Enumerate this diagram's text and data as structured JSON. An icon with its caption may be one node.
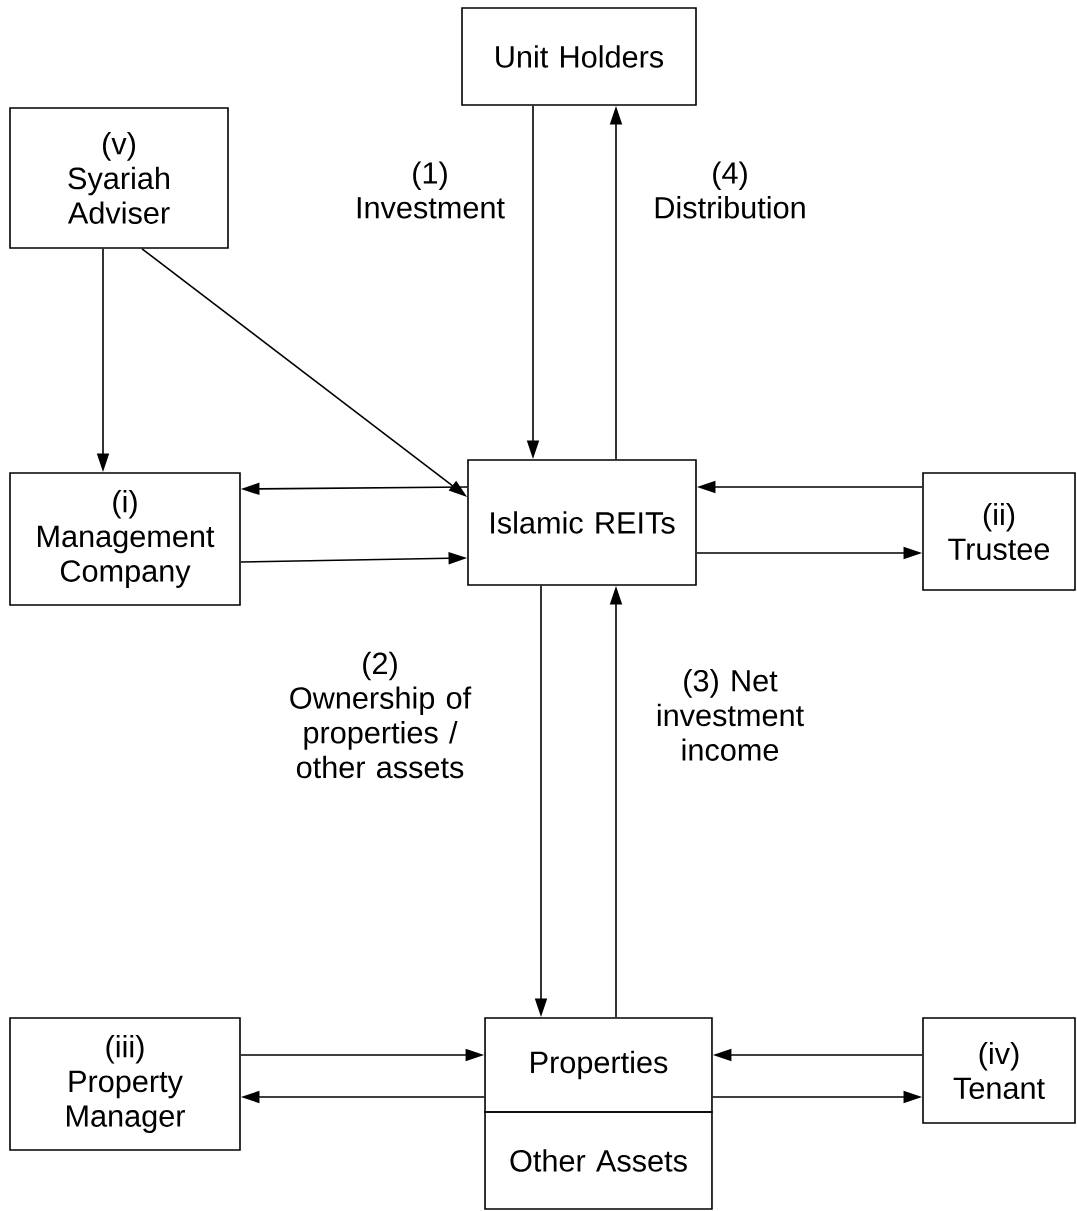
{
  "diagram": {
    "nodes": [
      {
        "text": [
          "Unit Holders"
        ]
      },
      {
        "text": [
          "(v) Syariah Adviser"
        ]
      },
      {
        "text": [
          "(i) Management Company"
        ]
      },
      {
        "text": [
          "Islamic REITs"
        ]
      },
      {
        "text": [
          "(ii) Trustee"
        ]
      },
      {
        "text": [
          "(iii) Property Manager"
        ]
      },
      {
        "text": [
          "Properties"
        ]
      },
      {
        "text": [
          "Other Assets"
        ]
      },
      {
        "text": [
          "(iv) Tenant"
        ]
      }
    ],
    "edges": [
      {
        "from": 0,
        "to": 3,
        "arrow": "to",
        "label": "(1) Investment"
      },
      {
        "from": 3,
        "to": 0,
        "arrow": "to",
        "label": "(4) Distribution"
      },
      {
        "from": 1,
        "to": 2,
        "arrow": "to"
      },
      {
        "from": 1,
        "to": 3,
        "arrow": "to"
      },
      {
        "from": 3,
        "to": 2,
        "arrow": "to"
      },
      {
        "from": 2,
        "to": 3,
        "arrow": "to"
      },
      {
        "from": 4,
        "to": 3,
        "arrow": "to"
      },
      {
        "from": 3,
        "to": 4,
        "arrow": "to"
      },
      {
        "from": 3,
        "to": 6,
        "arrow": "to",
        "label": "(2) Ownership of properties / other assets"
      },
      {
        "from": 6,
        "to": 3,
        "arrow": "to",
        "label": "(3) Net investment income"
      },
      {
        "from": 5,
        "to": 6,
        "arrow": "to"
      },
      {
        "from": 6,
        "to": 5,
        "arrow": "to"
      },
      {
        "from": 8,
        "to": 6,
        "arrow": "to"
      },
      {
        "from": 6,
        "to": 8,
        "arrow": "to"
      }
    ]
  }
}
